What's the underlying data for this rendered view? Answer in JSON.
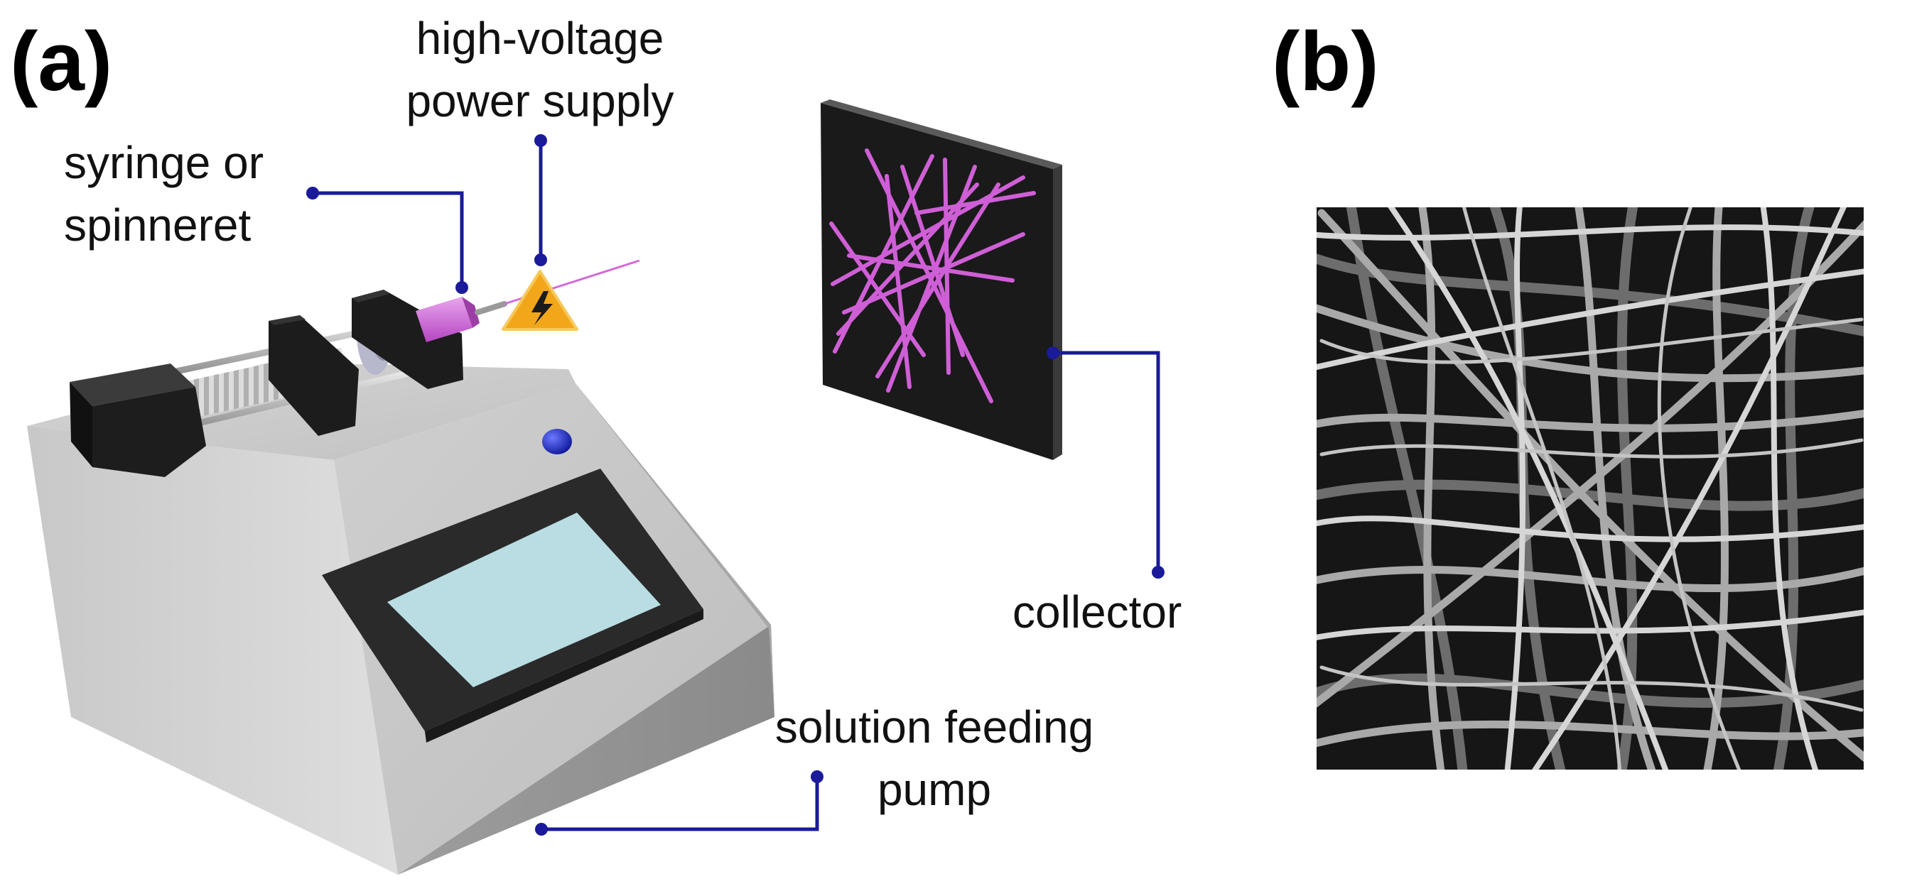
{
  "panel_a_label": "(a)",
  "panel_b_label": "(b)",
  "labels": {
    "power_supply_line1": "high-voltage",
    "power_supply_line2": "power supply",
    "syringe_line1": "syringe or",
    "syringe_line2": "spinneret",
    "collector": "collector",
    "pump_line1": "solution feeding",
    "pump_line2": "pump"
  },
  "icons": {
    "high_voltage": "high-voltage-warning-icon",
    "pump_knob": "knob-icon"
  },
  "colors": {
    "leader_line": "#1a1a9a",
    "fiber": "#cf5fd6",
    "screen": "#b9dde3",
    "warning": "#f2a61a",
    "knob": "#1c25b8"
  }
}
